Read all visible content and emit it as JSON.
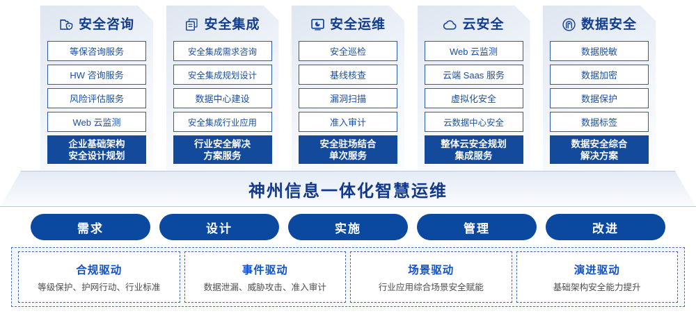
{
  "columns": [
    {
      "icon": "folder-shield-icon",
      "title": "安全咨询",
      "items": [
        "等保咨询服务",
        "HW 咨询服务",
        "风险评估服务",
        "Web 云监测"
      ],
      "highlight": [
        "企业基础架构",
        "安全设计规划"
      ]
    },
    {
      "icon": "stacked-documents-icon",
      "title": "安全集成",
      "items": [
        "安全集成需求咨询",
        "安全集成规划设计",
        "数据中心建设",
        "安全集成行业应用"
      ],
      "highlight": [
        "行业安全解决",
        "方案服务"
      ]
    },
    {
      "icon": "monitor-chart-icon",
      "title": "安全运维",
      "items": [
        "安全巡检",
        "基线核查",
        "漏洞扫描",
        "准入审计"
      ],
      "highlight": [
        "安全驻场结合",
        "单次服务"
      ]
    },
    {
      "icon": "cloud-icon",
      "title": "云安全",
      "items": [
        "Web 云监测",
        "云端 Saas 服务",
        "虚拟化安全",
        "云数据中心安全"
      ],
      "highlight": [
        "整体云安全规划",
        "集成服务"
      ]
    },
    {
      "icon": "fingerprint-icon",
      "title": "数据安全",
      "items": [
        "数据脱敏",
        "数据加密",
        "数据保护",
        "数据标签"
      ],
      "highlight": [
        "数据安全综合",
        "解决方案"
      ]
    }
  ],
  "banner": {
    "title": "神州信息一体化智慧运维"
  },
  "pills": [
    {
      "label": "需求"
    },
    {
      "label": "设计"
    },
    {
      "label": "实施"
    },
    {
      "label": "管理"
    },
    {
      "label": "改进"
    }
  ],
  "drivers": [
    {
      "heading": "合规驱动",
      "sub": "等级保护、护网行动、行业标准"
    },
    {
      "heading": "事件驱动",
      "sub": "数据泄漏、威胁攻击、准入审计"
    },
    {
      "heading": "场景驱动",
      "sub": "行业应用综合场景安全赋能"
    },
    {
      "heading": "演进驱动",
      "sub": "基础架构安全能力提升"
    }
  ],
  "colors": {
    "brand_blue": "#134a9b",
    "accent_blue": "#0b48a0",
    "title_blue": "#123c8c",
    "item_border": "#2a5caa",
    "panel_bg": "#e9eef6",
    "dashed_border": "#3d63a8"
  }
}
